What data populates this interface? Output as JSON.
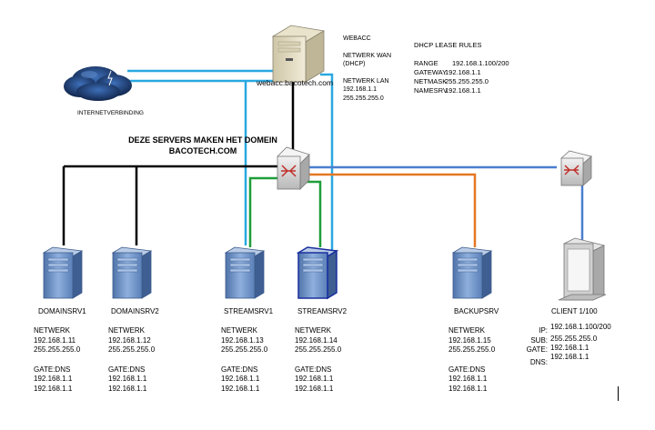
{
  "colors": {
    "wan": "#29a8e0",
    "lan": "#000000",
    "stream": "#1e9e3a",
    "backup": "#e57722",
    "client": "#4a7fd0",
    "server_body": "#6f93c6",
    "switch_body": "#d4d4d4",
    "cloud": "#1b3a73"
  },
  "internet": {
    "label": "INTERNETVERBINDING"
  },
  "gateway": {
    "host": "webacc.bacotech.com",
    "info": [
      "WEBACC",
      "NETWERK WAN",
      "(DHCP)",
      "NETWERK LAN",
      "192.168.1.1",
      "255.255.255.0"
    ]
  },
  "dhcp": {
    "title": "DHCP LEASE RULES",
    "rows": [
      {
        "k": "RANGE",
        "v": "192.168.1.100/200"
      },
      {
        "k": "GATEWAY",
        "v": "192.168.1.1"
      },
      {
        "k": "NETMASK",
        "v": "255.255.255.0"
      },
      {
        "k": "NAMESRV",
        "v": "192.168.1.1"
      }
    ]
  },
  "domain_note": {
    "line1": "DEZE SERVERS MAKEN HET DOMEIN",
    "line2": "BACOTECH.COM"
  },
  "servers": [
    {
      "name": "DOMAINSRV1",
      "net_label": "NETWERK",
      "ip": "192.168.1.11",
      "mask": "255.255.255.0",
      "gate_label": "GATE:DNS",
      "gate": "192.168.1.1",
      "dns": "192.168.1.1"
    },
    {
      "name": "DOMAINSRV2",
      "net_label": "NETWERK",
      "ip": "192.168.1.12",
      "mask": "255.255.255.0",
      "gate_label": "GATE:DNS",
      "gate": "192.168.1.1",
      "dns": "192.168.1.1"
    },
    {
      "name": "STREAMSRV1",
      "net_label": "NETWERK",
      "ip": "192.168.1.13",
      "mask": "255.255.255.0",
      "gate_label": "GATE:DNS",
      "gate": "192.168.1.1",
      "dns": "192.168.1.1"
    },
    {
      "name": "STREAMSRV2",
      "net_label": "NETWERK",
      "ip": "192.168.1.14",
      "mask": "255.255.255.0",
      "gate_label": "GATE:DNS",
      "gate": "192.168.1.1",
      "dns": "192.168.1.1"
    },
    {
      "name": "BACKUPSRV",
      "net_label": "NETWERK",
      "ip": "192.168.1.15",
      "mask": "255.255.255.0",
      "gate_label": "GATE:DNS",
      "gate": "192.168.1.1",
      "dns": "192.168.1.1"
    }
  ],
  "client": {
    "name": "CLIENT 1/100",
    "labels": [
      "IP:",
      "SUB:",
      "GATE:",
      "DNS:"
    ],
    "values": [
      "192.168.1.100/200",
      "255.255.255.0",
      "192.168.1.1",
      "192.168.1.1"
    ]
  }
}
